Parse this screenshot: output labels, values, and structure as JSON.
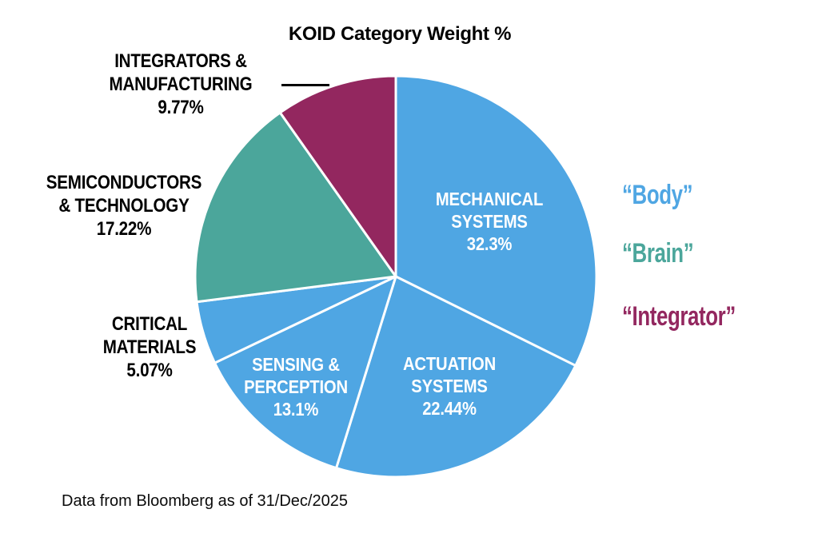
{
  "title": "KOID Category Weight %",
  "chart_data": {
    "type": "pie",
    "title": "KOID Category Weight %",
    "unit": "percent",
    "start_angle_deg": 0,
    "direction": "clockwise",
    "segments": [
      {
        "name": "MECHANICAL SYSTEMS",
        "value": 32.3,
        "pct_label": "32.3%",
        "color": "#4FA6E3",
        "group": "Body",
        "label_placement": "inside",
        "label": [
          "MECHANICAL",
          "SYSTEMS",
          "32.3%"
        ]
      },
      {
        "name": "ACTUATION SYSTEMS",
        "value": 22.44,
        "pct_label": "22.44%",
        "color": "#4FA6E3",
        "group": "Body",
        "label_placement": "inside",
        "label": [
          "ACTUATION",
          "SYSTEMS",
          "22.44%"
        ]
      },
      {
        "name": "SENSING & PERCEPTION",
        "value": 13.1,
        "pct_label": "13.1%",
        "color": "#4FA6E3",
        "group": "Body",
        "label_placement": "inside",
        "label": [
          "SENSING &",
          "PERCEPTION",
          "13.1%"
        ]
      },
      {
        "name": "CRITICAL MATERIALS",
        "value": 5.07,
        "pct_label": "5.07%",
        "color": "#4FA6E3",
        "group": "Body",
        "label_placement": "outside",
        "label": [
          "CRITICAL",
          "MATERIALS",
          "5.07%"
        ]
      },
      {
        "name": "SEMICONDUCTORS & TECHNOLOGY",
        "value": 17.22,
        "pct_label": "17.22%",
        "color": "#4BA69B",
        "group": "Brain",
        "label_placement": "outside",
        "label": [
          "SEMICONDUCTORS",
          "& TECHNOLOGY",
          "17.22%"
        ]
      },
      {
        "name": "INTEGRATORS & MANUFACTURING",
        "value": 9.77,
        "pct_label": "9.77%",
        "color": "#93275F",
        "group": "Integrator",
        "label_placement": "outside",
        "label": [
          "INTEGRATORS &",
          "MANUFACTURING",
          "9.77%"
        ]
      }
    ],
    "legend_position": "right"
  },
  "legend": {
    "items": [
      {
        "label": "“Body”",
        "color": "#4FA6E3"
      },
      {
        "label": "“Brain”",
        "color": "#4BA69B"
      },
      {
        "label": "“Integrator”",
        "color": "#93275F"
      }
    ]
  },
  "footer": "Data from Bloomberg as of 31/Dec/2025"
}
